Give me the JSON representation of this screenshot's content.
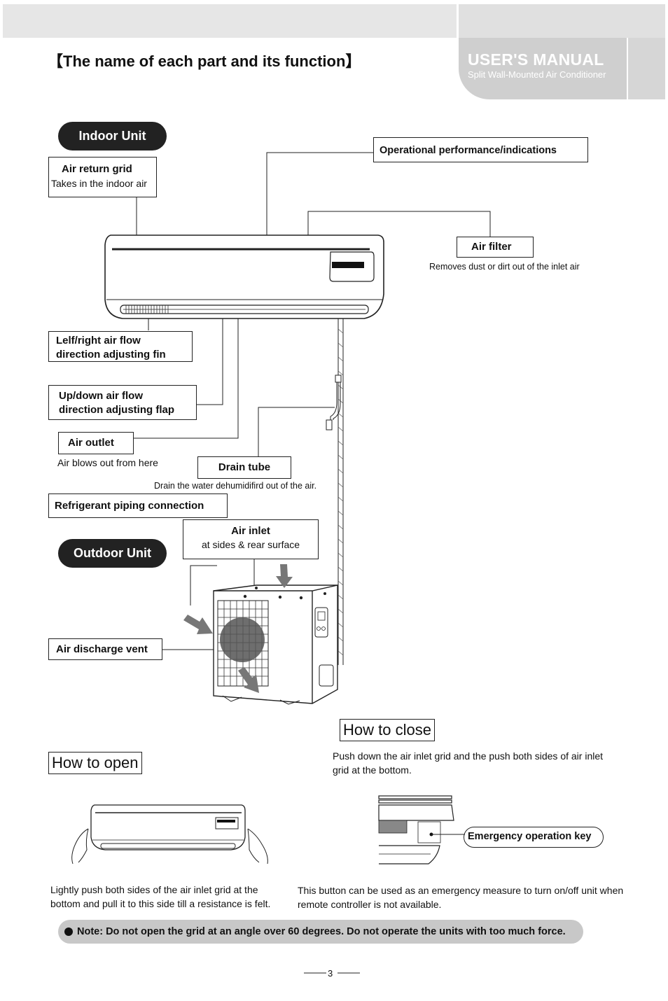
{
  "header": {
    "manual_title": "USER'S MANUAL",
    "manual_subtitle": "Split Wall-Mounted Air Conditioner"
  },
  "page_heading": "【The name of each part and its function】",
  "indoor_unit": {
    "label": "Indoor  Unit",
    "parts": {
      "air_return_grid": {
        "name": "Air return grid",
        "desc": "Takes in the indoor air"
      },
      "operational": {
        "name": "Operational performance/indications"
      },
      "air_filter": {
        "name": "Air filter",
        "desc": "Removes dust or dirt out of the inlet air"
      },
      "lr_fin": {
        "line1": "Lelf/right air flow",
        "line2": "direction adjusting fin"
      },
      "ud_flap": {
        "line1": "Up/down air flow",
        "line2": "direction adjusting flap"
      },
      "air_outlet": {
        "name": "Air outlet",
        "desc": "Air blows out from here"
      },
      "drain_tube": {
        "name": "Drain tube",
        "desc": "Drain the water dehumidifird out of the air."
      },
      "refrigerant": {
        "name": "Refrigerant piping connection"
      }
    }
  },
  "outdoor_unit": {
    "label": "Outdoor Unit",
    "parts": {
      "air_inlet": {
        "name": "Air inlet",
        "desc": "at sides &  rear surface"
      },
      "air_discharge": {
        "name": "Air discharge vent"
      }
    }
  },
  "how_to_close": {
    "title": "How to close",
    "text": "Push down the air inlet grid and the push both sides of air inlet grid at the bottom.",
    "emergency_key_label": "Emergency operation key",
    "emergency_text": "This button can be used as an emergency measure to turn on/off unit when remote controller is not available."
  },
  "how_to_open": {
    "title": "How to open",
    "text": "Lightly push both sides of the air inlet grid at the bottom and pull it to this side till a resistance is felt."
  },
  "note": "Note: Do not open the grid at an angle over 60 degrees. Do not operate the units with too much force.",
  "page_number": "3"
}
